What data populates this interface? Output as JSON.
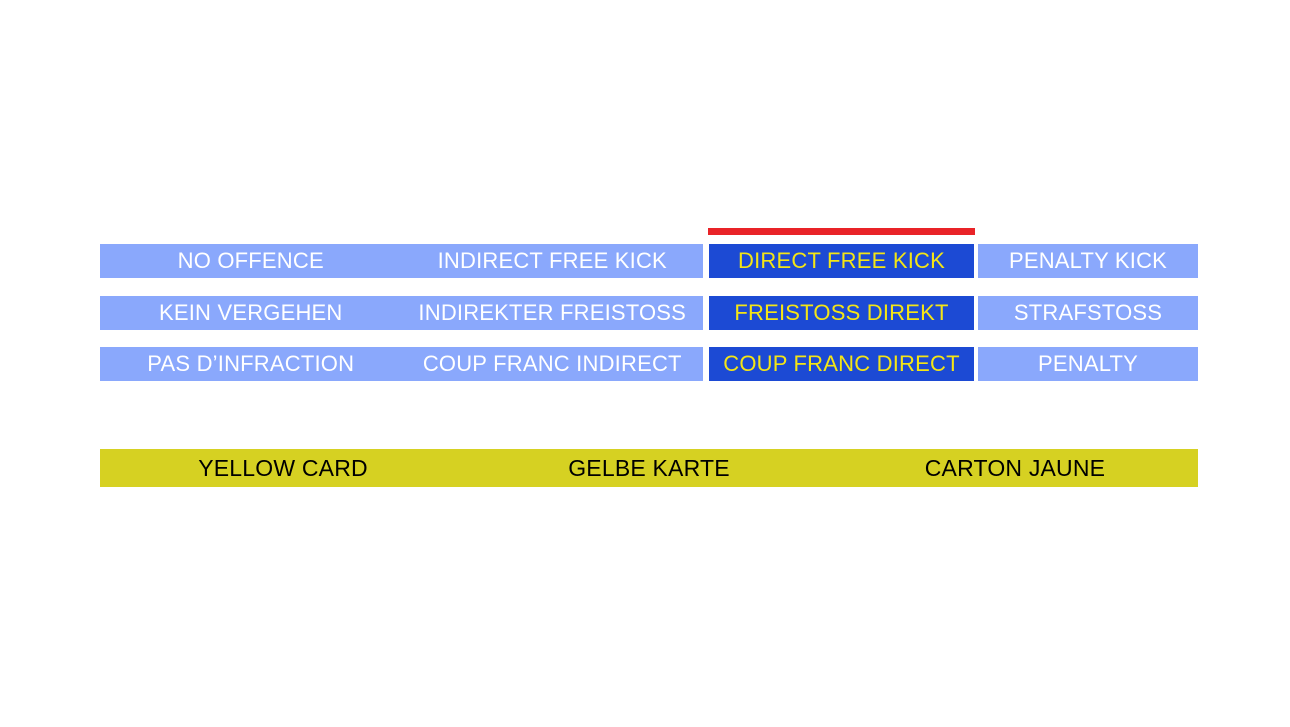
{
  "palette": {
    "background": "#ffffff",
    "light_blue": "#8aa8fc",
    "dark_blue": "#1c4ad4",
    "highlight_marker_red": "#e92328",
    "yellow_card": "#d6d122",
    "highlight_text_yellow": "#f4e515",
    "light_text": "#ffffff",
    "card_text": "#000000"
  },
  "sanction_ladder": {
    "highlighted_column": "direct_free_kick",
    "columns": [
      {
        "key": "no_offence",
        "state": "normal"
      },
      {
        "key": "indirect_free_kick",
        "state": "normal"
      },
      {
        "key": "direct_free_kick",
        "state": "highlighted"
      },
      {
        "key": "penalty_kick",
        "state": "normal"
      }
    ],
    "rows": [
      {
        "language": "en",
        "cells": [
          {
            "label": "NO OFFENCE",
            "state": "normal"
          },
          {
            "label": "INDIRECT FREE KICK",
            "state": "normal"
          },
          {
            "label": "DIRECT FREE KICK",
            "state": "highlighted"
          },
          {
            "label": "PENALTY KICK",
            "state": "normal"
          }
        ]
      },
      {
        "language": "de",
        "cells": [
          {
            "label": "KEIN VERGEHEN",
            "state": "normal"
          },
          {
            "label": "INDIREKTER FREISTOSS",
            "state": "normal"
          },
          {
            "label": "FREISTOSS DIREKT",
            "state": "highlighted"
          },
          {
            "label": "STRAFSTOSS",
            "state": "normal"
          }
        ]
      },
      {
        "language": "fr",
        "cells": [
          {
            "label": "PAS D’INFRACTION",
            "state": "normal"
          },
          {
            "label": "COUP FRANC INDIRECT",
            "state": "normal"
          },
          {
            "label": "COUP FRANC DIRECT",
            "state": "highlighted"
          },
          {
            "label": "PENALTY",
            "state": "normal"
          }
        ]
      }
    ]
  },
  "card_bar": {
    "color": "#d6d122",
    "segments": [
      {
        "language": "en",
        "label": "YELLOW CARD"
      },
      {
        "language": "de",
        "label": "GELBE KARTE"
      },
      {
        "language": "fr",
        "label": "CARTON JAUNE"
      }
    ]
  }
}
